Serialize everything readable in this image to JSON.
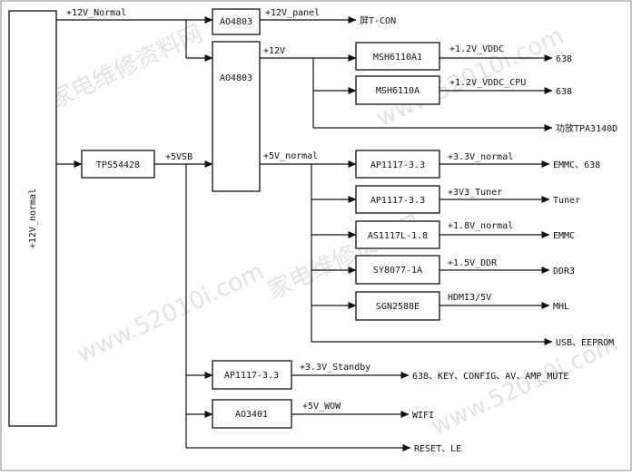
{
  "watermark": {
    "site": "www.52010i.com",
    "name": "家电维修资料网"
  },
  "blocks": {
    "main_rail": "+12V_normal",
    "tps54428": "TPS54428",
    "ao4803_top": "AO4803",
    "ao4803_main": "AO4803",
    "msh6110a1": "MSH6110A1",
    "msh6110a": "MSH6110A",
    "ap1117_emmc": "AP1117-3.3",
    "ap1117_tuner": "AP1117-3.3",
    "as1117l": "AS1117L-1.8",
    "sy8077": "SY8077-1A",
    "sgn2588e": "SGN2588E",
    "ap1117_standby": "AP1117-3.3",
    "ao3401": "AO3401"
  },
  "nets": {
    "v12_normal_in": "+12V_Normal",
    "v12_panel": "+12V_panel",
    "v12": "+12V",
    "v5vsb": "+5VSB",
    "v5_normal": "+5V_normal",
    "v1v2_vddc": "+1.2V_VDDC",
    "v1v2_vddc_cpu": "+1.2V_VDDC_CPU",
    "v3v3_normal": "+3.3V_normal",
    "v3v3_tuner": "+3V3_Tuner",
    "v1v8_normal": "+1.8V_normal",
    "v1v5_ddr": "+1.5V_DDR",
    "hdmi_5v": "HDMI3/5V",
    "v3v3_standby": "+3.3V_Standby",
    "v5_wow": "+5V_WOW"
  },
  "loads": {
    "panel": "屏T-CON",
    "vddc": "638",
    "vddc_cpu": "638",
    "audio": "功放TPA3140D",
    "emmc_638": "EMMC、638",
    "tuner": "Tuner",
    "emmc": "EMMC",
    "ddr3": "DDR3",
    "mhl": "MHL",
    "usb": "USB、EEPROM",
    "standby": "638、KEY、CONFIG、AV、AMP_MUTE",
    "wifi": "WIFI",
    "reset": "RESET、LE"
  }
}
